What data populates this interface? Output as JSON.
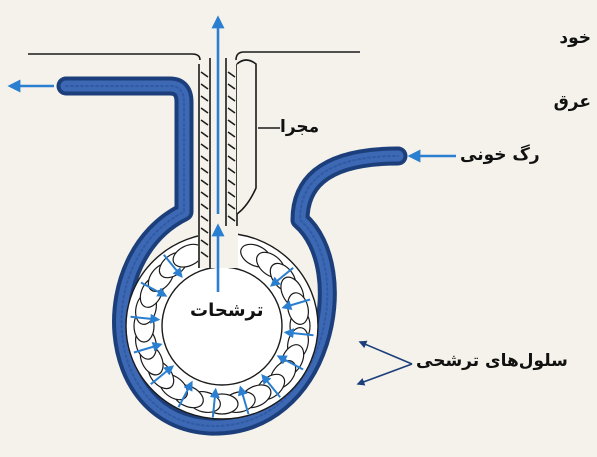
{
  "labels": {
    "self": "خود",
    "sweat": "عرق",
    "duct": "مجرا",
    "blood_vessel": "رگ خونی",
    "secretions": "ترشحات",
    "secretory_cells": "سلول‌های ترشحی"
  },
  "colors": {
    "vessel_outer": "#1c3f7c",
    "vessel_inner": "#3c68b4",
    "arrow": "#2a7fd0",
    "line": "#1a1a1a",
    "background": "#f4f2ea"
  }
}
